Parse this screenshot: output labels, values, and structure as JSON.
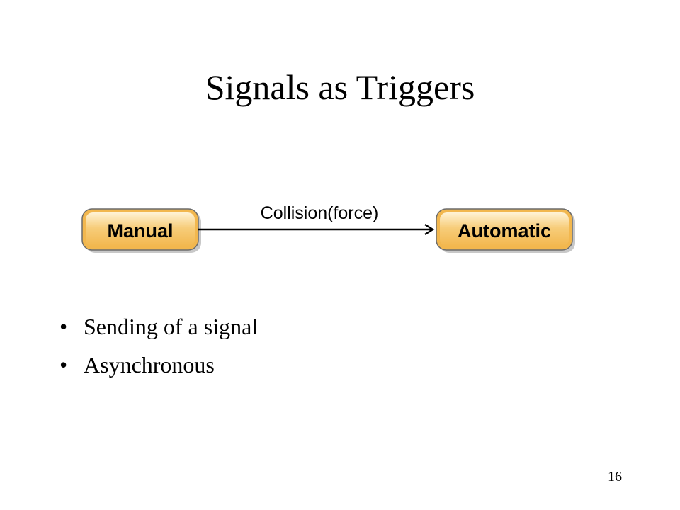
{
  "slide": {
    "title": "Signals as Triggers",
    "page_number": "16"
  },
  "diagram": {
    "states": [
      {
        "id": "manual",
        "label": "Manual"
      },
      {
        "id": "automatic",
        "label": "Automatic"
      }
    ],
    "transition": {
      "from": "manual",
      "to": "automatic",
      "label": "Collision(force)"
    },
    "colors": {
      "state_fill_light": "#fff3d6",
      "state_fill_dark": "#f2b74e",
      "state_border": "#6b6b6b",
      "state_shadow": "#c8c8c8",
      "state_text": "#000000",
      "arrow": "#000000"
    }
  },
  "bullets": [
    {
      "glyph": "•",
      "text": "Sending of a signal"
    },
    {
      "glyph": "•",
      "text": "Asynchronous"
    }
  ]
}
